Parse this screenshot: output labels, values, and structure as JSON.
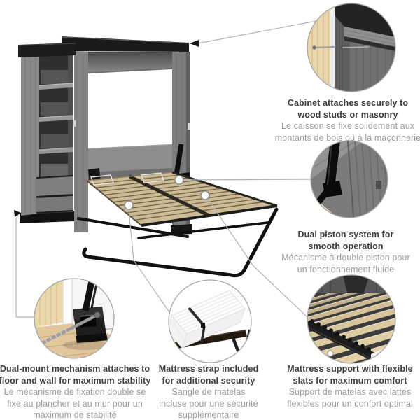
{
  "figure": {
    "type": "product-feature-callout-diagram",
    "subject": "Murphy wall bed shown open with attached side shelving unit",
    "background": "#ffffff"
  },
  "callouts": [
    {
      "id": "cabinet-mount",
      "icon": "cabinet-stud-cross-section",
      "title_lines": [
        "Cabinet attaches securely to",
        "wood studs or masonry"
      ],
      "subtitle_lines": [
        "Le caisson se fixe solidement aux",
        "montants de bois ou à la maçonnerie"
      ]
    },
    {
      "id": "dual-piston",
      "icon": "piston-mechanism",
      "title_lines": [
        "Dual piston system for",
        "smooth operation"
      ],
      "subtitle_lines": [
        "Mécanisme à double piston pour",
        "un fonctionnement fluide"
      ]
    },
    {
      "id": "dual-mount",
      "icon": "floor-wall-anchor",
      "title_lines": [
        "Dual-mount mechanism attaches to",
        "floor and wall for maximum stability"
      ],
      "subtitle_lines": [
        "Le mécanisme de fixation double se",
        "fixe au plancher et au mur pour un",
        "maximum de stabilité"
      ]
    },
    {
      "id": "mattress-strap",
      "icon": "mattress-with-strap",
      "title_lines": [
        "Mattress strap included",
        "for additional security"
      ],
      "subtitle_lines": [
        "Sangle de matelas",
        "incluse pour une sécurité",
        "supplémentaire"
      ]
    },
    {
      "id": "slat-support",
      "icon": "flexible-slats",
      "title_lines": [
        "Mattress support with flexible",
        "slats for maximum comfort"
      ],
      "subtitle_lines": [
        "Support de matelas avec lattes",
        "flexibles pour un confort optimal"
      ]
    }
  ],
  "palette": {
    "cabinet_gray": "#7d7d7d",
    "cornice_black": "#1a1a1a",
    "slat_wood": "#cdbb94",
    "stud_wood": "#e9d6ae",
    "floor_wood": "#e2c79c",
    "frame_black": "#141414",
    "leader_gray": "#b3b3b3",
    "title_text": "#3d3d3d",
    "subtitle_text": "#9c9c9c"
  }
}
